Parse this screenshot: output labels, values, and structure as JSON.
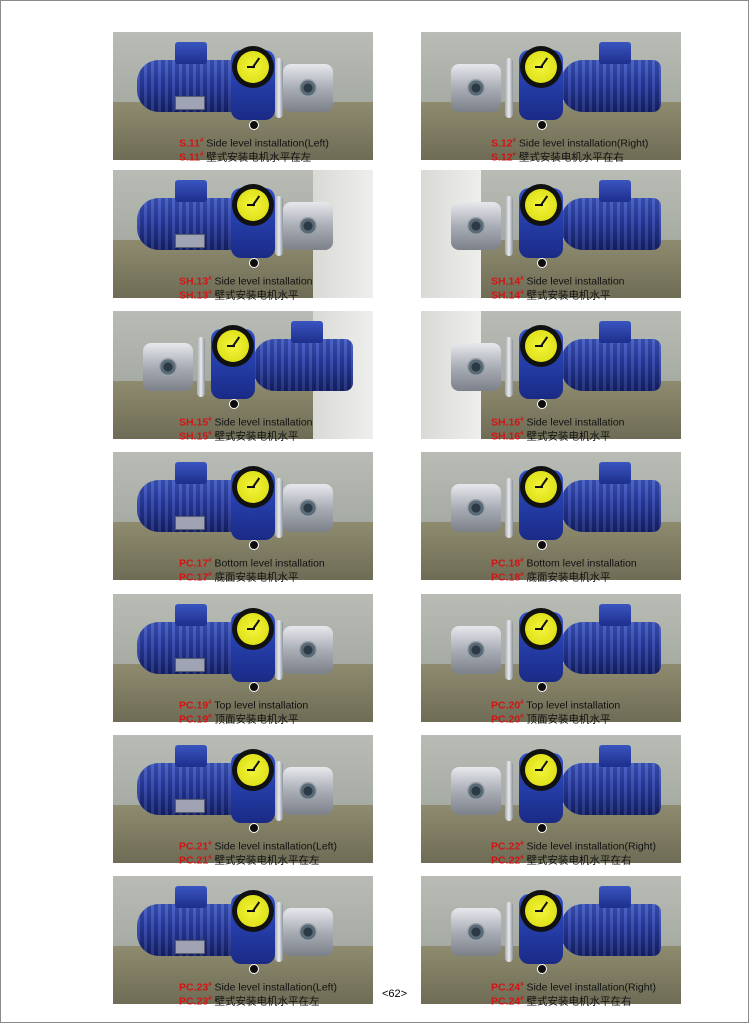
{
  "items": [
    {
      "code": "S.11",
      "en": "Side level installation(Left)",
      "cn": "壁式安装电机水平在左",
      "facing": "left"
    },
    {
      "code": "S.12",
      "en": "Side level installation(Right)",
      "cn": "壁式安装电机水平在右",
      "facing": "right"
    },
    {
      "code": "SH.13",
      "en": "Side level installation",
      "cn": "壁式安装电机水平",
      "facing": "left"
    },
    {
      "code": "SH.14",
      "en": "Side level installation",
      "cn": "壁式安装电机水平",
      "facing": "right"
    },
    {
      "code": "SH.15",
      "en": "Side level installation",
      "cn": "壁式安装电机水平",
      "facing": "right"
    },
    {
      "code": "SH.16",
      "en": "Side level installation",
      "cn": "壁式安装电机水平",
      "facing": "right"
    },
    {
      "code": "PC.17",
      "en": "Bottom level installation",
      "cn": "底面安装电机水平",
      "facing": "left"
    },
    {
      "code": "PC.18",
      "en": "Bottom level installation",
      "cn": "底面安装电机水平",
      "facing": "right"
    },
    {
      "code": "PC.19",
      "en": "Top level installation",
      "cn": "顶面安装电机水平",
      "facing": "left"
    },
    {
      "code": "PC.20",
      "en": "Top level installation",
      "cn": "顶面安装电机水平",
      "facing": "right"
    },
    {
      "code": "PC.21",
      "en": "Side level installation(Left)",
      "cn": "壁式安装电机水平在左",
      "facing": "left"
    },
    {
      "code": "PC.22",
      "en": "Side level installation(Right)",
      "cn": "壁式安装电机水平在右",
      "facing": "right"
    },
    {
      "code": "PC.23",
      "en": "Side level installation(Left)",
      "cn": "壁式安装电机水平在左",
      "facing": "left"
    },
    {
      "code": "PC.24",
      "en": "Side level installation(Right)",
      "cn": "壁式安装电机水平在右",
      "facing": "right"
    }
  ],
  "code_mark": "#",
  "page_number": "<62>"
}
